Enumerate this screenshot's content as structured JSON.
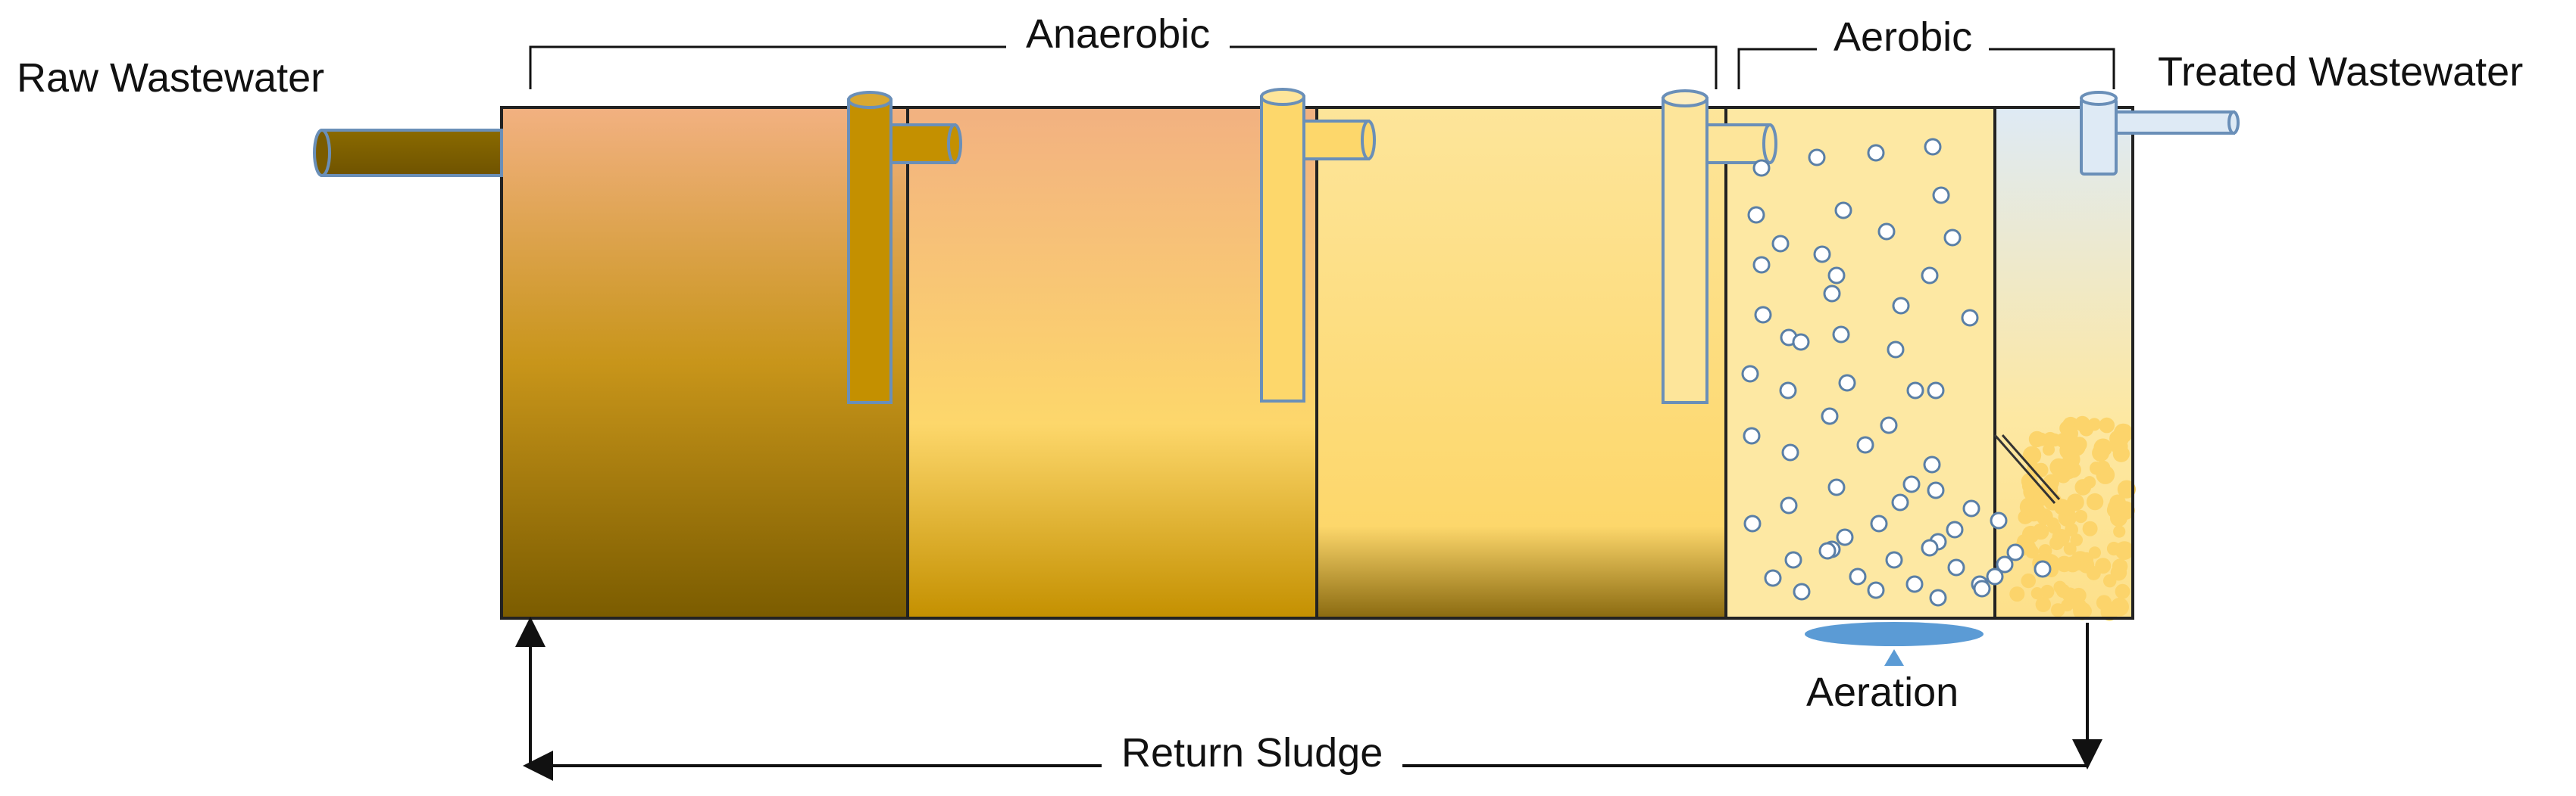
{
  "labels": {
    "raw_wastewater": "Raw Wastewater",
    "treated_wastewater": "Treated Wastewater",
    "anaerobic": "Anaerobic",
    "aerobic": "Aerobic",
    "aeration": "Aeration",
    "return_sludge": "Return Sludge"
  },
  "colors": {
    "dark_sludge": "#7b5c00",
    "golden": "#c49000",
    "light_yellow": "#fde59a",
    "peach": "#f2b181",
    "pale_yellow": "#fde8a3",
    "bubble_fill": "#ffffff",
    "bubble_stroke": "#5a7fa6",
    "pipe_outline": "#6a8fb8",
    "aeration_blue": "#5b9bd5",
    "clear_water_top": "#deeaf5",
    "settled_sludge": "#fcd46b",
    "outline": "#222222"
  }
}
